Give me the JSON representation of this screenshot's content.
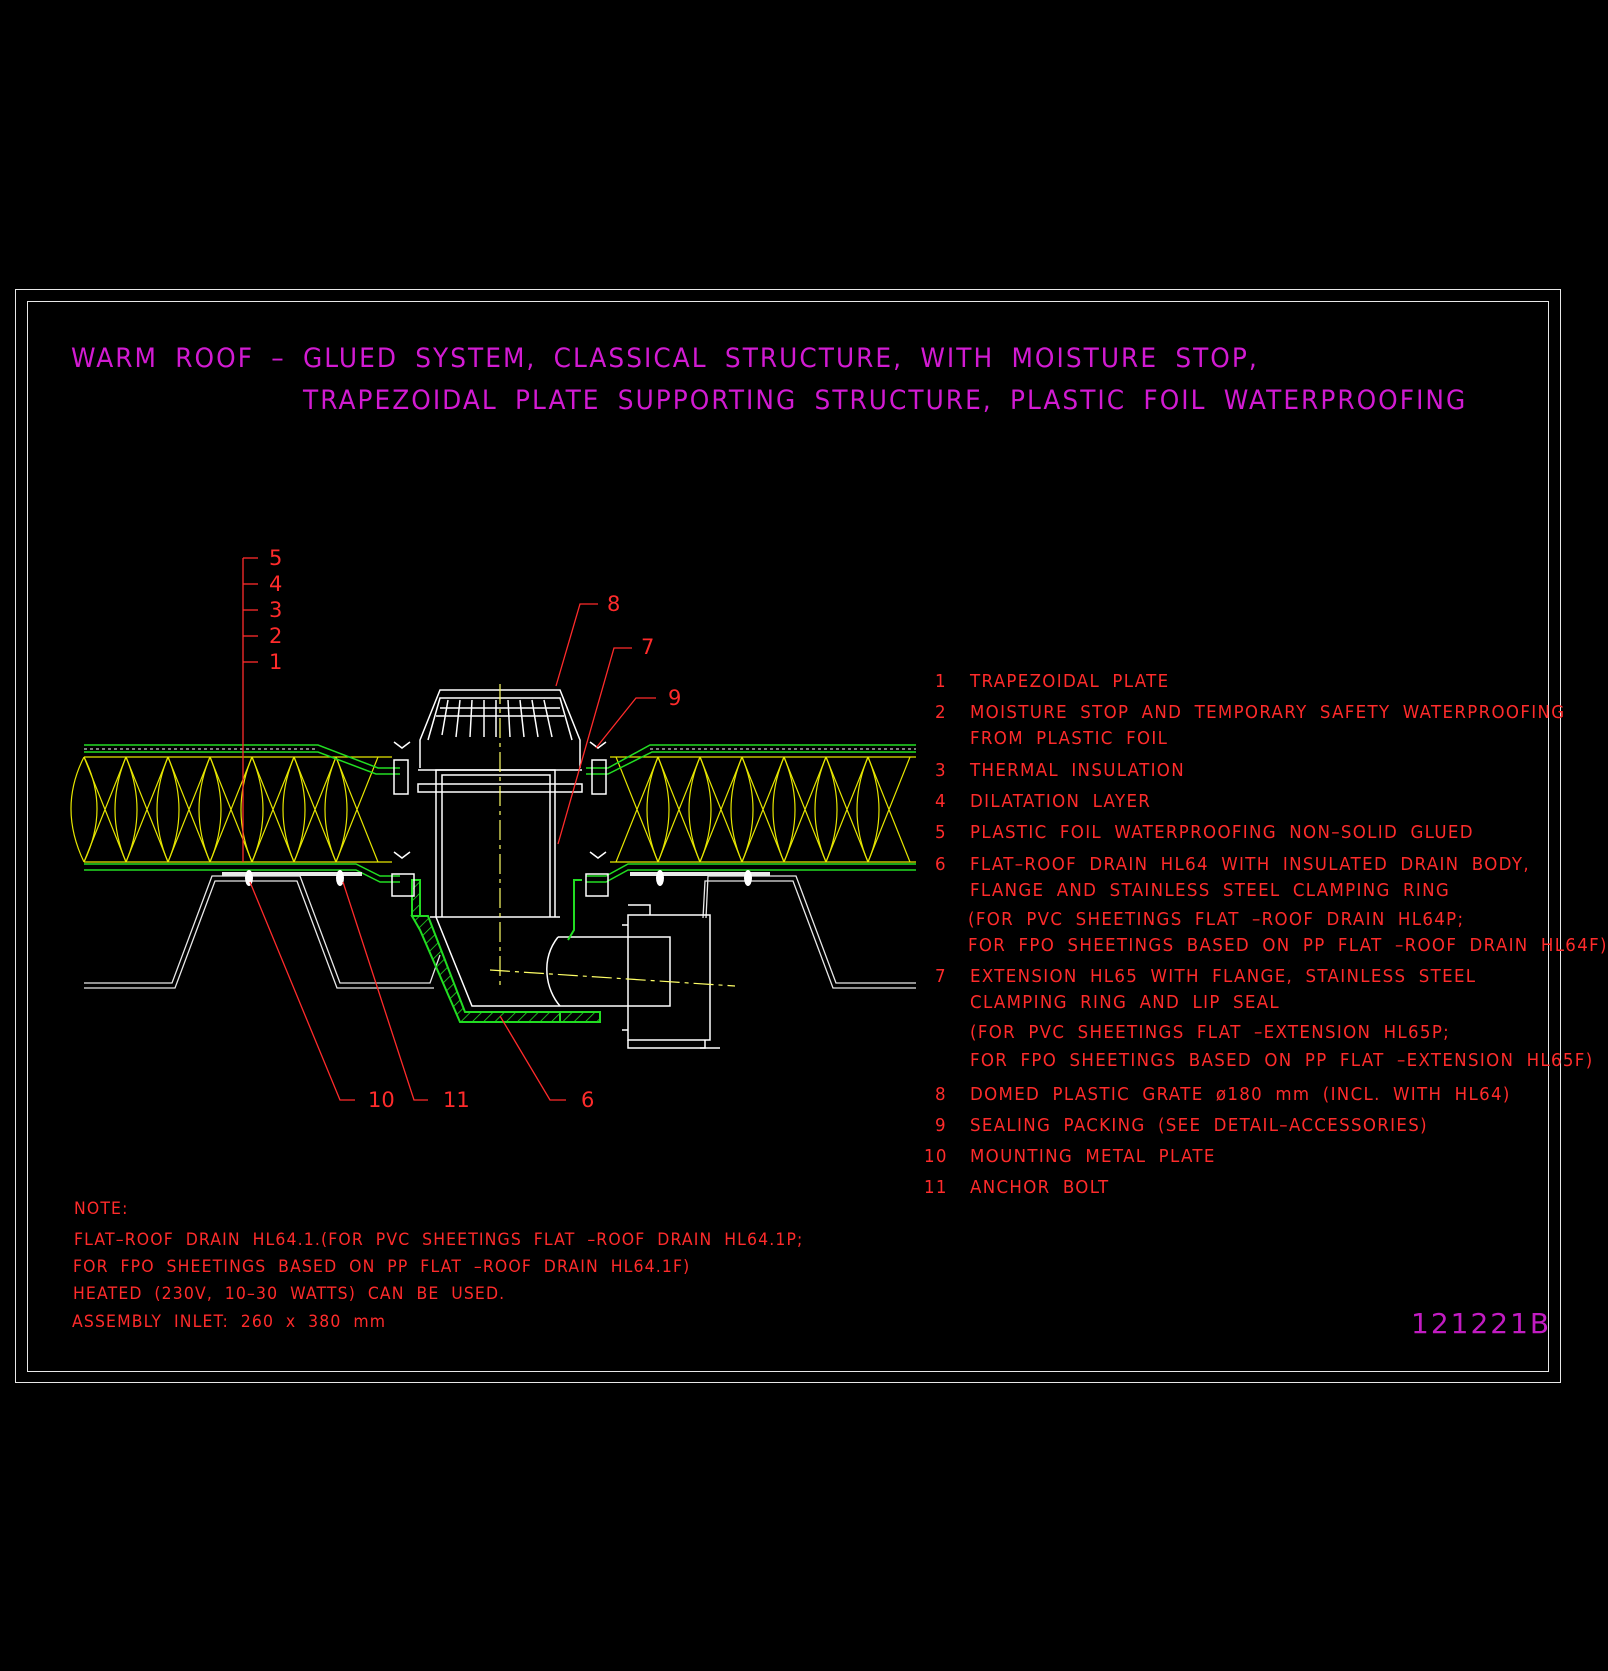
{
  "title": {
    "line1": "WARM ROOF – GLUED SYSTEM, CLASSICAL STRUCTURE, WITH MOISTURE STOP,",
    "line2": "TRAPEZOIDAL PLATE SUPPORTING STRUCTURE, PLASTIC FOIL WATERPROOFING"
  },
  "layer_callouts": [
    "5",
    "4",
    "3",
    "2",
    "1"
  ],
  "part_callouts": {
    "c8": "8",
    "c7": "7",
    "c9": "9",
    "c10": "10",
    "c11": "11",
    "c6": "6"
  },
  "legend": [
    {
      "num": "1",
      "lines": [
        "TRAPEZOIDAL PLATE"
      ]
    },
    {
      "num": "2",
      "lines": [
        "MOISTURE STOP AND TEMPORARY SAFETY WATERPROOFING",
        "FROM PLASTIC FOIL"
      ]
    },
    {
      "num": "3",
      "lines": [
        "THERMAL INSULATION"
      ]
    },
    {
      "num": "4",
      "lines": [
        "DILATATION LAYER"
      ]
    },
    {
      "num": "5",
      "lines": [
        "PLASTIC FOIL WATERPROOFING NON–SOLID GLUED"
      ]
    },
    {
      "num": "6",
      "lines": [
        "FLAT–ROOF DRAIN HL64 WITH INSULATED DRAIN BODY,",
        "FLANGE AND STAINLESS STEEL CLAMPING RING",
        "(FOR PVC SHEETINGS FLAT –ROOF DRAIN HL64P;",
        "FOR FPO SHEETINGS BASED ON PP FLAT –ROOF DRAIN HL64F)"
      ]
    },
    {
      "num": "7",
      "lines": [
        "EXTENSION HL65 WITH FLANGE, STAINLESS STEEL",
        "CLAMPING RING AND LIP SEAL",
        "(FOR PVC SHEETINGS FLAT –EXTENSION HL65P;",
        "FOR FPO SHEETINGS BASED ON PP FLAT –EXTENSION HL65F)"
      ]
    },
    {
      "num": "8",
      "lines": [
        "DOMED PLASTIC GRATE ø180 mm (INCL. WITH HL64)"
      ]
    },
    {
      "num": "9",
      "lines": [
        "SEALING PACKING (SEE DETAIL–ACCESSORIES)"
      ]
    },
    {
      "num": "10",
      "lines": [
        "MOUNTING METAL PLATE"
      ]
    },
    {
      "num": "11",
      "lines": [
        "ANCHOR BOLT"
      ]
    }
  ],
  "note": {
    "heading": "NOTE:",
    "lines": [
      "FLAT–ROOF DRAIN HL64.1.(FOR PVC SHEETINGS FLAT –ROOF DRAIN HL64.1P;",
      "FOR FPO SHEETINGS BASED ON PP FLAT –ROOF DRAIN HL64.1F)",
      "HEATED (230V, 10–30 WATTS) CAN BE USED.",
      "ASSEMBLY INLET: 260 x 380 mm"
    ]
  },
  "drawing_code": "121221B",
  "colors": {
    "background": "#000000",
    "frame": "#e8e8e8",
    "title": "#d21bd2",
    "annotation": "#ff2b2b",
    "insulation": "#e6e600",
    "membrane": "#22dd22",
    "drain_body": "#ffffff",
    "axis": "#ffff66"
  }
}
